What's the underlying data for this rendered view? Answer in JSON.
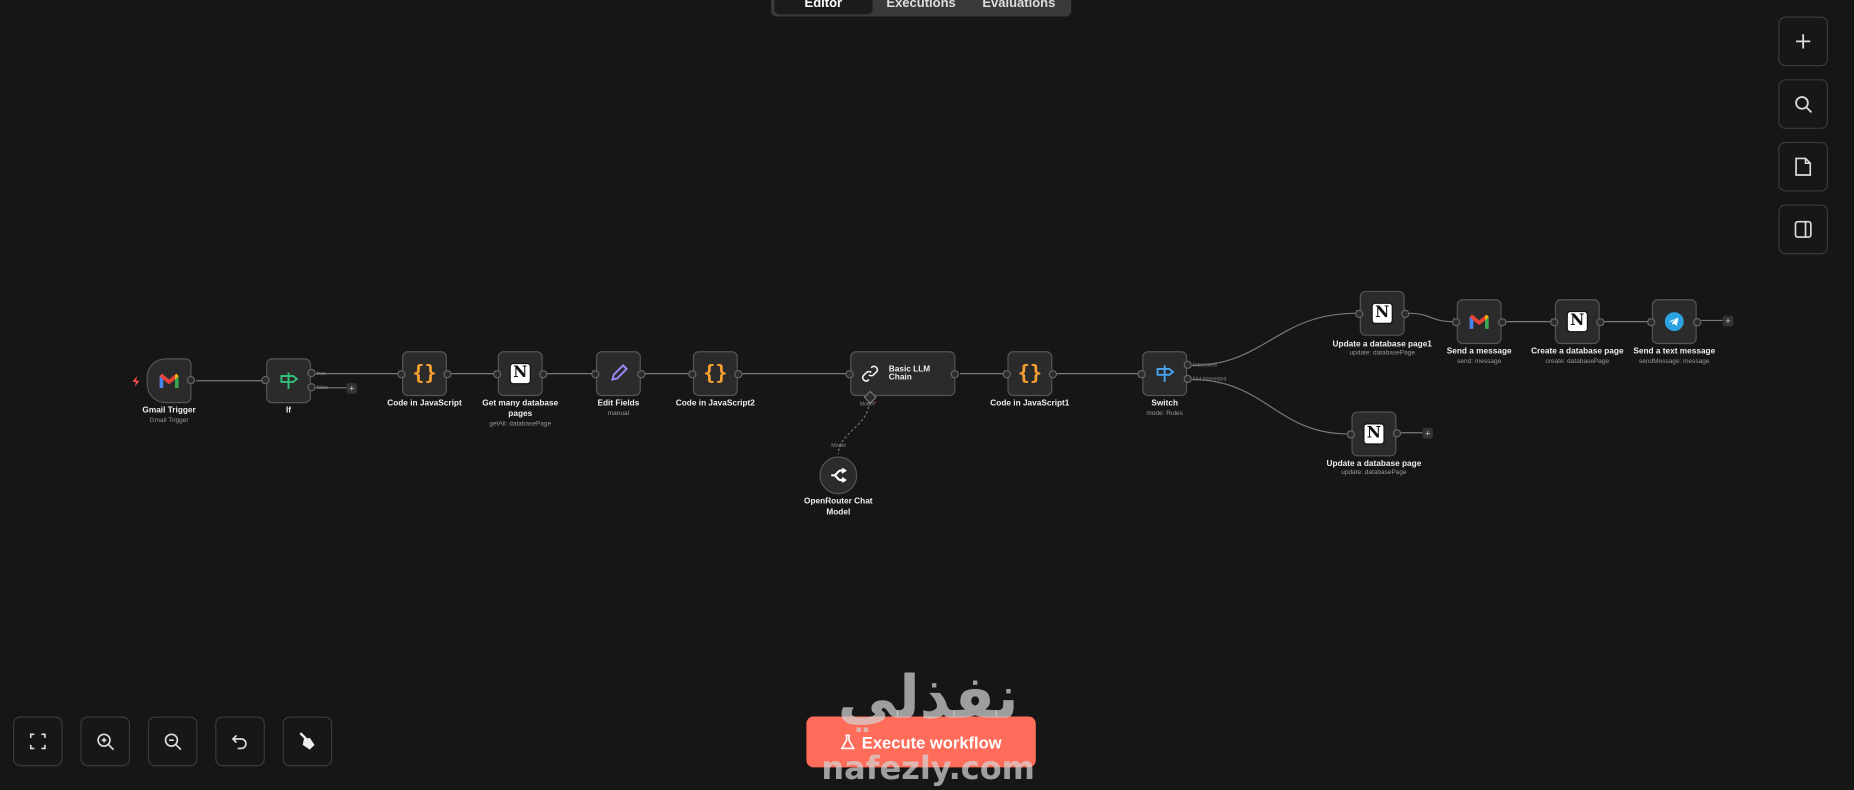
{
  "tabs": [
    {
      "label": "Editor",
      "active": true
    },
    {
      "label": "Executions"
    },
    {
      "label": "Evaluations"
    }
  ],
  "right_toolbar": [
    {
      "icon": "plus-icon"
    },
    {
      "icon": "search-icon"
    },
    {
      "icon": "sticky-note-icon"
    },
    {
      "icon": "panel-icon"
    }
  ],
  "bottom_toolbar": [
    {
      "icon": "fit-view-icon"
    },
    {
      "icon": "zoom-in-icon"
    },
    {
      "icon": "zoom-out-icon"
    },
    {
      "icon": "undo-icon"
    },
    {
      "icon": "clear-icon"
    }
  ],
  "execute_button": {
    "label": "Execute workflow"
  },
  "watermark": {
    "arabic": "نفذلي",
    "latin": "nafezly.com"
  },
  "nodes": [
    {
      "label": "Gmail Trigger",
      "sub": "Gmail Trigger"
    },
    {
      "label": "If",
      "sub": ""
    },
    {
      "label": "Code in JavaScript",
      "sub": ""
    },
    {
      "label": "Get many database pages",
      "sub": "getAll: databasePage"
    },
    {
      "label": "Edit Fields",
      "sub": "manual"
    },
    {
      "label": "Code in JavaScript2",
      "sub": ""
    },
    {
      "label": "Basic LLM Chain",
      "sub": ""
    },
    {
      "label": "OpenRouter Chat Model",
      "sub": ""
    },
    {
      "label": "Code in JavaScript1",
      "sub": ""
    },
    {
      "label": "Switch",
      "sub": "mode: Rules"
    },
    {
      "label": "Update a database page1",
      "sub": "update: databasePage"
    },
    {
      "label": "Send a message",
      "sub": "send: message"
    },
    {
      "label": "Create a database page",
      "sub": "create: databasePage"
    },
    {
      "label": "Send a text message",
      "sub": "sendMessage: message"
    },
    {
      "label": "Update a database page",
      "sub": "update: databasePage"
    }
  ],
  "port_labels": {
    "if_true": "true",
    "if_false": "false",
    "model_in": "Model",
    "model_required": "*",
    "model_out": "Model",
    "switch_out1": "Interested",
    "switch_out2": "Not Interested"
  },
  "colors": {
    "accent": "#ff6d5a",
    "background": "#161616",
    "node": "#2b2b2b"
  }
}
